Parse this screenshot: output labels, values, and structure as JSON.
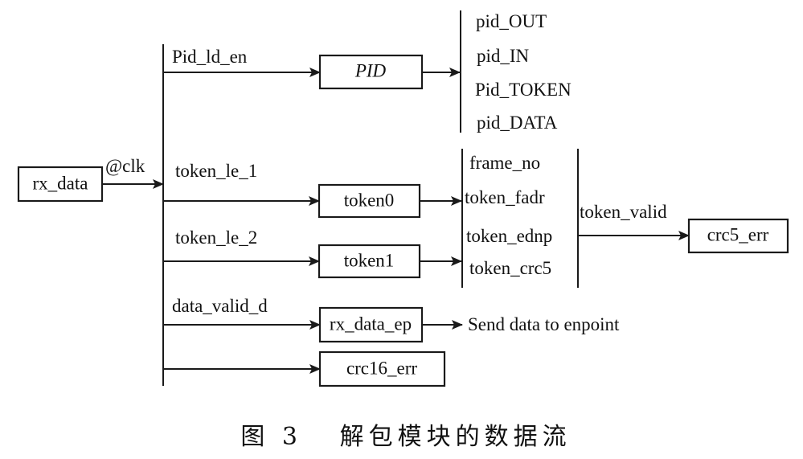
{
  "figure": {
    "caption": "图 3   解包模块的数据流",
    "source": {
      "label": "rx_data",
      "clock": "@clk"
    },
    "branches": {
      "pid": {
        "signal": "Pid_ld_en",
        "block": "PID",
        "outputs": [
          "pid_OUT",
          "pid_IN",
          "Pid_TOKEN",
          "pid_DATA"
        ]
      },
      "token0": {
        "signal": "token_le_1",
        "block": "token0"
      },
      "token1": {
        "signal": "token_le_2",
        "block": "token1"
      },
      "token_outputs": [
        "frame_no",
        "token_fadr",
        "token_ednp",
        "token_crc5"
      ],
      "token_valid": {
        "signal": "token_valid",
        "block": "crc5_err"
      },
      "data": {
        "signal": "data_valid_d",
        "block": "rx_data_ep",
        "output": "Send data to enpoint"
      },
      "crc16": {
        "block": "crc16_err"
      }
    }
  }
}
